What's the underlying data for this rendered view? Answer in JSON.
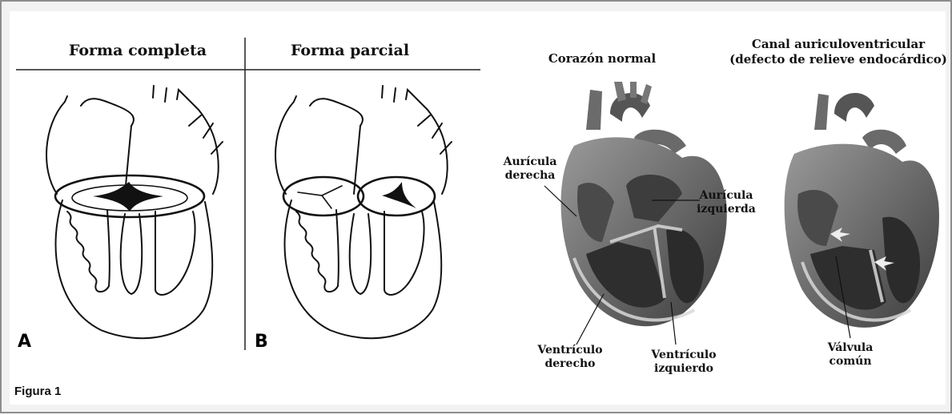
{
  "left_figure": {
    "col_a_title": "Forma completa",
    "col_b_title": "Forma parcial",
    "panel_a": "A",
    "panel_b": "B"
  },
  "right_figure": {
    "normal_title": "Corazón normal",
    "canal_title_line1": "Canal auriculoventricular",
    "canal_title_line2": "(defecto de relieve endocárdico)",
    "label_right_atrium_1": "Aurícula",
    "label_right_atrium_2": "derecha",
    "label_left_atrium_1": "Aurícula",
    "label_left_atrium_2": "izquierda",
    "label_right_ventricle_1": "Ventrículo",
    "label_right_ventricle_2": "derecho",
    "label_left_ventricle_1": "Ventrículo",
    "label_left_ventricle_2": "izquierdo",
    "label_common_valve_1": "Válvula",
    "label_common_valve_2": "común"
  },
  "caption": "Figura 1"
}
